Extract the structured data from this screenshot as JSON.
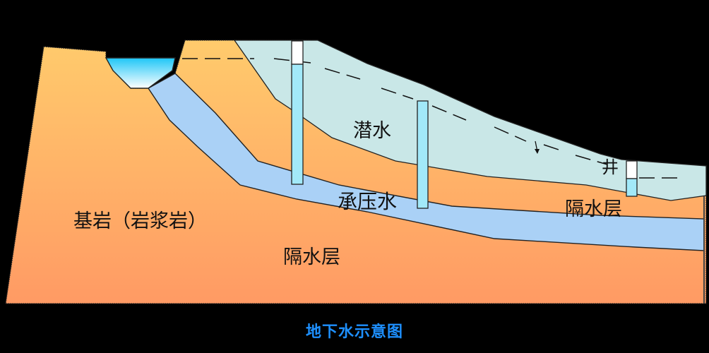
{
  "title": "地下水示意图",
  "labels": {
    "bedrock": "基岩（岩浆岩）",
    "aquiclude_lower": "隔水层",
    "aquiclude_right": "隔水层",
    "confined_water": "承压水",
    "phreatic_water": "潜水",
    "well": "井"
  },
  "colors": {
    "background": "#000000",
    "bedrock_top": "#FFC96B",
    "bedrock_bottom": "#FF9966",
    "phreatic_fill": "#C8E6E6",
    "confined_fill": "#A8D0F5",
    "well_water": "#A0E8F8",
    "stream_top": "#1EC8F8",
    "caption": "#1E90FF"
  },
  "elements": {
    "stream": "river-channel",
    "wells": [
      {
        "id": "well-1",
        "position": "upslope",
        "reaches": "confined aquifer"
      },
      {
        "id": "well-2",
        "position": "midslope",
        "reaches": "confined aquifer"
      },
      {
        "id": "well-3",
        "position": "downslope",
        "reaches": "phreatic aquifer"
      }
    ],
    "water_table": "dashed line with flow arrow"
  }
}
